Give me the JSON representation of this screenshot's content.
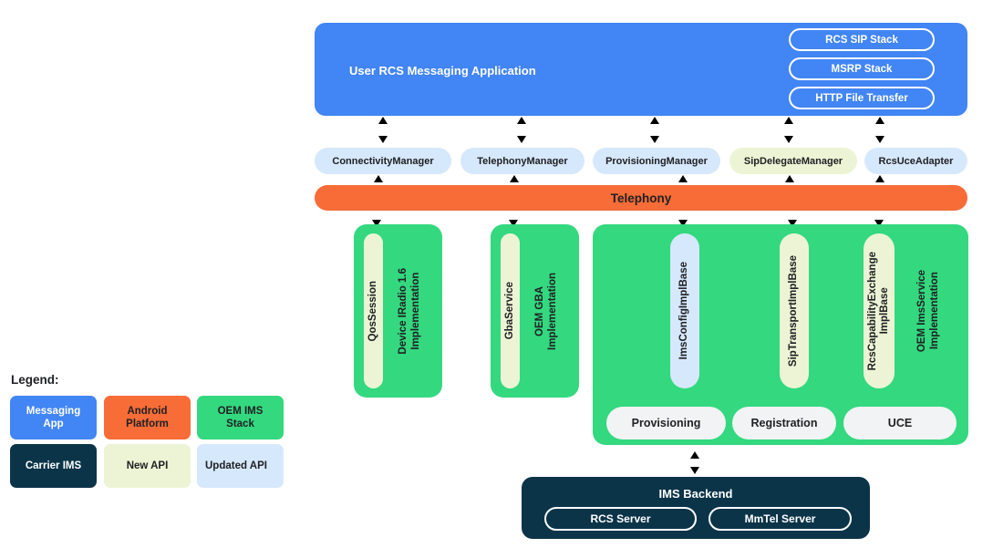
{
  "diagram": {
    "app_layer": {
      "title": "User RCS Messaging Application",
      "stacks": [
        {
          "label": "RCS SIP Stack"
        },
        {
          "label": "MSRP Stack"
        },
        {
          "label": "HTTP File Transfer"
        }
      ]
    },
    "managers": [
      {
        "label": "ConnectivityManager",
        "kind": "updated-api"
      },
      {
        "label": "TelephonyManager",
        "kind": "updated-api"
      },
      {
        "label": "ProvisioningManager",
        "kind": "updated-api"
      },
      {
        "label": "SipDelegateManager",
        "kind": "new-api"
      },
      {
        "label": "RcsUceAdapter",
        "kind": "updated-api"
      }
    ],
    "platform_bar": {
      "label": "Telephony"
    },
    "oem_boxes": [
      {
        "impl_label": "Device IRadio 1.6\nImplementation",
        "api_label": "QosSession",
        "api_kind": "new-api"
      },
      {
        "impl_label": "OEM GBA\nImplementation",
        "api_label": "GbaService",
        "api_kind": "new-api"
      },
      {
        "impl_label": "OEM ImsService\nImplementation",
        "apis": [
          {
            "label": "ImsConfigImplBase",
            "kind": "updated-api"
          },
          {
            "label": "SipTransportImplBase",
            "kind": "new-api"
          },
          {
            "label": "RcsCapabilityExchange\nImplBase",
            "kind": "new-api"
          }
        ],
        "services": [
          {
            "label": "Provisioning"
          },
          {
            "label": "Registration"
          },
          {
            "label": "UCE"
          }
        ]
      }
    ],
    "backend": {
      "title": "IMS Backend",
      "servers": [
        {
          "label": "RCS Server"
        },
        {
          "label": "MmTel Server"
        }
      ]
    },
    "legend": {
      "title": "Legend:",
      "items": [
        {
          "label": "Messaging\nApp",
          "color": "#4285F4",
          "text_color": "#ffffff",
          "align": "center"
        },
        {
          "label": "Android\nPlatform",
          "color": "#F76C37",
          "text_color": "#202124",
          "align": "center"
        },
        {
          "label": "OEM IMS\nStack",
          "color": "#34D87F",
          "text_color": "#202124",
          "align": "center"
        },
        {
          "label": "Carrier IMS",
          "color": "#0C3449",
          "text_color": "#ffffff",
          "align": "center"
        },
        {
          "label": "New API",
          "color": "#EDF4D5",
          "text_color": "#202124",
          "align": "center"
        },
        {
          "label": "Updated\nAPI",
          "color": "#D6E8FB",
          "text_color": "#202124",
          "align": "left"
        }
      ]
    },
    "colors": {
      "messaging_app": "#4285F4",
      "android_platform": "#F76C37",
      "oem_ims_stack": "#34D87F",
      "carrier_ims": "#0C3449",
      "new_api": "#EDF4D5",
      "updated_api": "#D6E8FB",
      "service_pill": "#F1F3F4"
    }
  }
}
